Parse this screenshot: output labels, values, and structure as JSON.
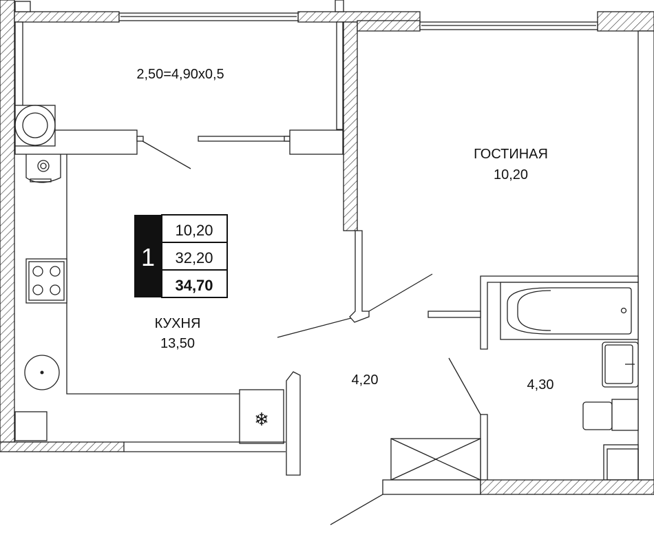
{
  "plan": {
    "balcony_label": "2,50=4,90x0,5",
    "rooms": {
      "living": {
        "name": "ГОСТИНАЯ",
        "area": "10,20"
      },
      "kitchen": {
        "name": "КУХНЯ",
        "area": "13,50"
      },
      "hall": {
        "area": "4,20"
      },
      "bathroom": {
        "area": "4,30"
      }
    },
    "badge": {
      "rooms_count": "1",
      "living_area": "10,20",
      "useful_area": "32,20",
      "total_area": "34,70"
    }
  },
  "colors": {
    "line": "#222222",
    "badge": "#111111"
  }
}
